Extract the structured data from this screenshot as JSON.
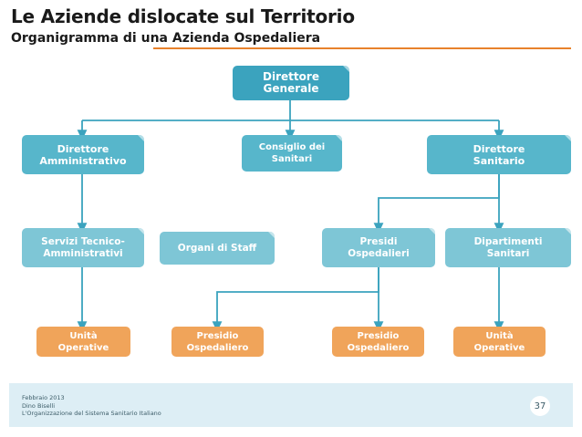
{
  "header": {
    "title": "Le Aziende dislocate sul Territorio",
    "subtitle": "Organigramma di una Azienda Ospedaliera",
    "rule_color": "#e8822c"
  },
  "footer": {
    "line1": "Febbraio 2013",
    "line2": "Dino Biselli",
    "line3": "L'Organizzazione del Sistema Sanitario Italiano",
    "page": "37",
    "band_color": "#ddeef5"
  },
  "colors": {
    "level1": "#3ba3be",
    "level2": "#57b6cb",
    "level3": "#7ec6d6",
    "level4": "#f0a45a",
    "connector": "#3ba3be"
  },
  "chart_data": {
    "type": "diagram",
    "title": "Organigramma di una Azienda Ospedaliera",
    "nodes": [
      {
        "id": "dg",
        "label": "Direttore\nGenerale",
        "level": 1
      },
      {
        "id": "da",
        "label": "Direttore\nAmministrativo",
        "level": 2
      },
      {
        "id": "cs",
        "label": "Consiglio dei\nSanitari",
        "level": 2
      },
      {
        "id": "ds",
        "label": "Direttore\nSanitario",
        "level": 2
      },
      {
        "id": "sta",
        "label": "Servizi Tecnico-\nAmministrativi",
        "level": 3
      },
      {
        "id": "ods",
        "label": "Organi di Staff",
        "level": 3
      },
      {
        "id": "po",
        "label": "Presidi\nOspedalieri",
        "level": 3
      },
      {
        "id": "dip",
        "label": "Dipartimenti\nSanitari",
        "level": 3
      },
      {
        "id": "uo1",
        "label": "Unità\nOperative",
        "level": 4
      },
      {
        "id": "pos1",
        "label": "Presidio\nOspedaliero",
        "level": 4
      },
      {
        "id": "pos2",
        "label": "Presidio\nOspedaliero",
        "level": 4
      },
      {
        "id": "uo2",
        "label": "Unità\nOperative",
        "level": 4
      }
    ],
    "edges": [
      [
        "dg",
        "da"
      ],
      [
        "dg",
        "cs"
      ],
      [
        "dg",
        "ds"
      ],
      [
        "da",
        "sta"
      ],
      [
        "ds",
        "po"
      ],
      [
        "ds",
        "dip"
      ],
      [
        "sta",
        "uo1"
      ],
      [
        "po",
        "pos1"
      ],
      [
        "po",
        "pos2"
      ],
      [
        "dip",
        "uo2"
      ]
    ]
  }
}
